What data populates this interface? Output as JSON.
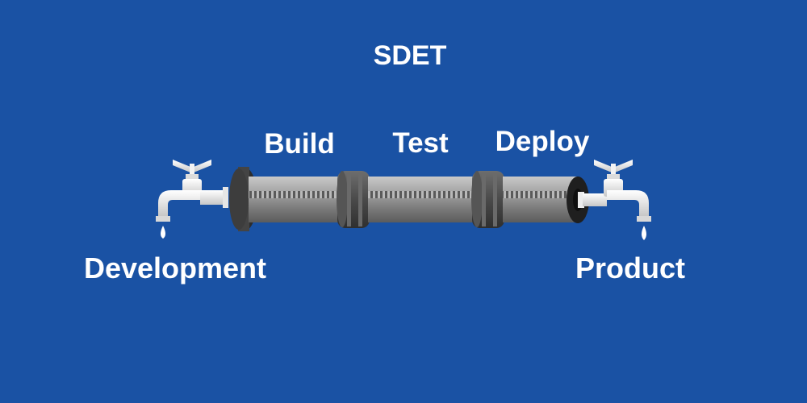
{
  "title": "SDET",
  "stages": {
    "build": "Build",
    "test": "Test",
    "deploy": "Deploy"
  },
  "endpoints": {
    "source": "Development",
    "destination": "Product"
  },
  "icons": {
    "left": "water-tap-icon",
    "right": "water-tap-icon",
    "pipe": "pipeline-icon"
  },
  "colors": {
    "background": "#1a52a4",
    "text": "#ffffff",
    "pipe": "#8e8e8e",
    "tap": "#ececec"
  }
}
